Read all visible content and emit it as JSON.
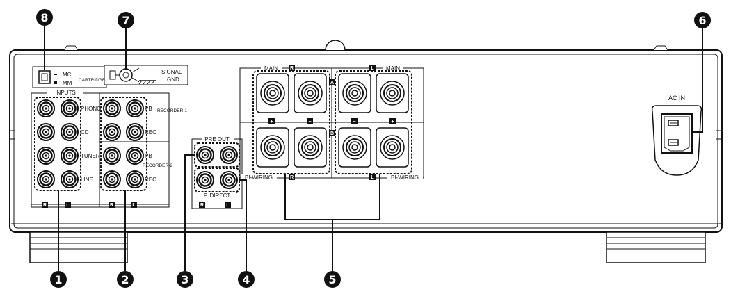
{
  "labels": {
    "inputs": "INPUTS",
    "phono": "PHONO",
    "cd": "CD",
    "tuner": "TUNER",
    "line": "LINE",
    "pb1": "PB",
    "rec1": "REC",
    "pb2": "PB",
    "rec2": "REC",
    "recorder1": "RECORDER-1",
    "recorder2": "RECORDER-2",
    "mc": "MC",
    "mm": "MM",
    "cartridge": "CARTRIDGE",
    "signal": "SIGNAL",
    "gnd": "GND",
    "pre_out": "PRE OUT",
    "p_direct": "P. DIRECT",
    "main_left_block": "MAIN",
    "main_right_block": "MAIN",
    "bi_wiring_left": "BI-WIRING",
    "bi_wiring_right": "BI-WIRING",
    "ac_in": "AC IN",
    "ch_r": "R",
    "ch_l": "L",
    "sp_a": "A",
    "sp_b": "B",
    "plus": "+",
    "minus": "−"
  },
  "callouts": [
    "1",
    "2",
    "3",
    "4",
    "5",
    "6",
    "7",
    "8"
  ]
}
